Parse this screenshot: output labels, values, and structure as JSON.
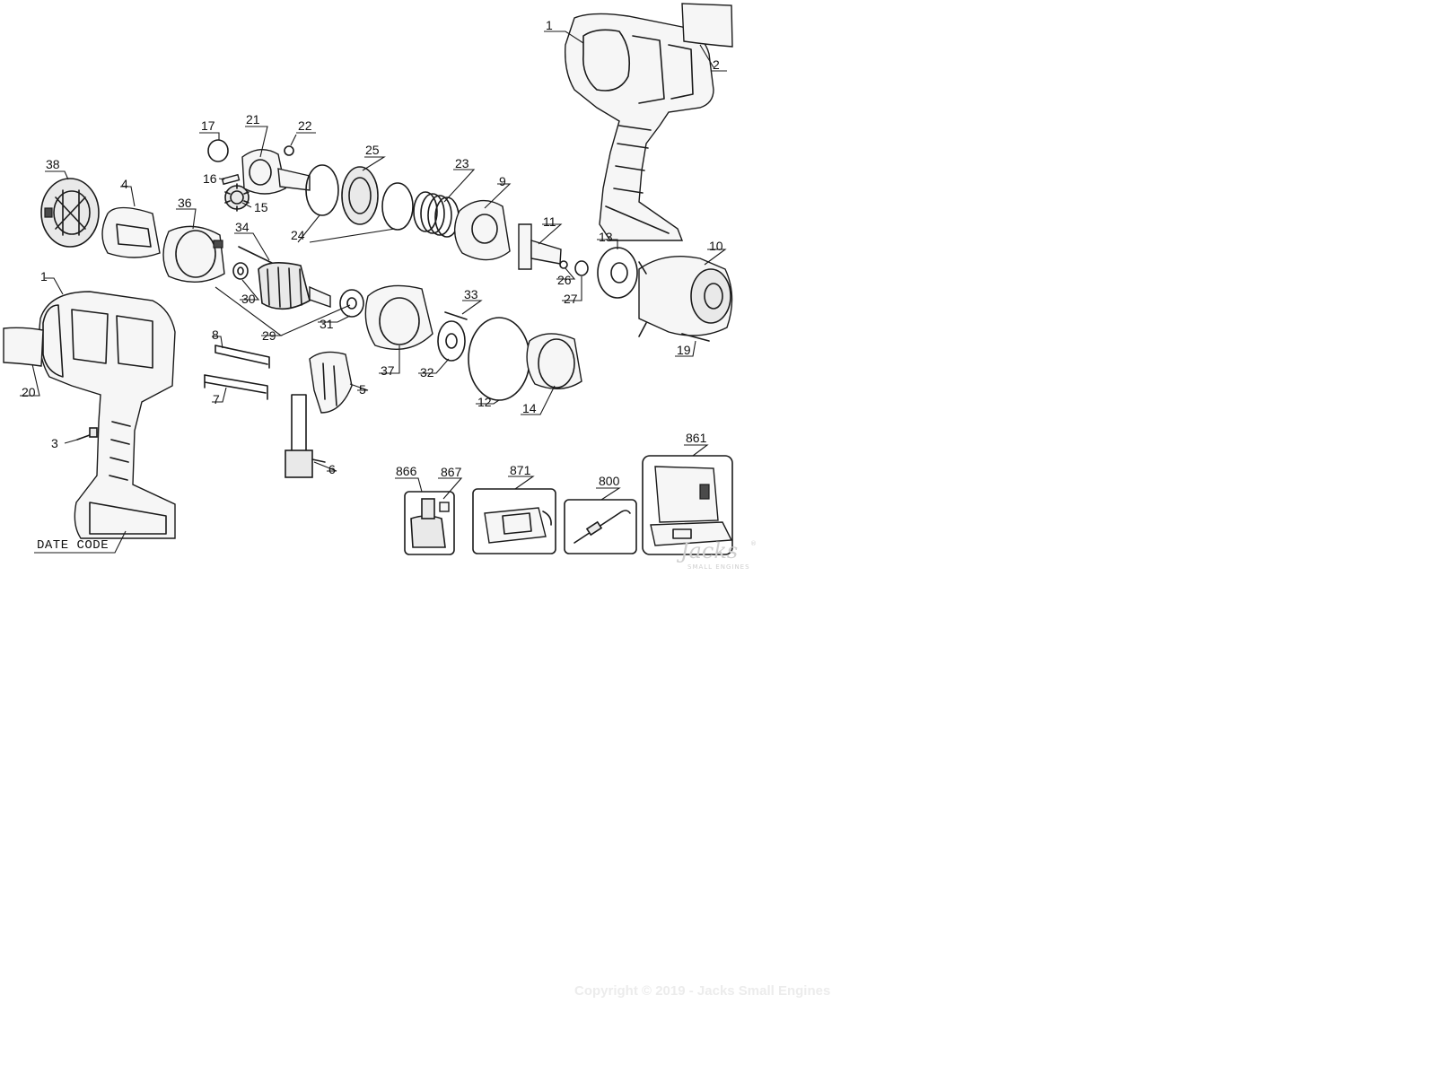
{
  "diagram": {
    "callouts": [
      "1",
      "2",
      "17",
      "21",
      "22",
      "25",
      "23",
      "38",
      "4",
      "16",
      "15",
      "36",
      "9",
      "24",
      "11",
      "34",
      "13",
      "10",
      "26",
      "27",
      "1",
      "30",
      "33",
      "31",
      "29",
      "8",
      "37",
      "32",
      "20",
      "5",
      "7",
      "12",
      "14",
      "19",
      "3",
      "6",
      "861",
      "866",
      "867",
      "871",
      "800"
    ],
    "date_code": "DATE CODE",
    "watermark": {
      "logo": "Jacks",
      "registered": "®",
      "subtitle": "SMALL ENGINES"
    }
  },
  "footer": {
    "copyright": "Copyright © 2019 - Jacks Small Engines"
  }
}
